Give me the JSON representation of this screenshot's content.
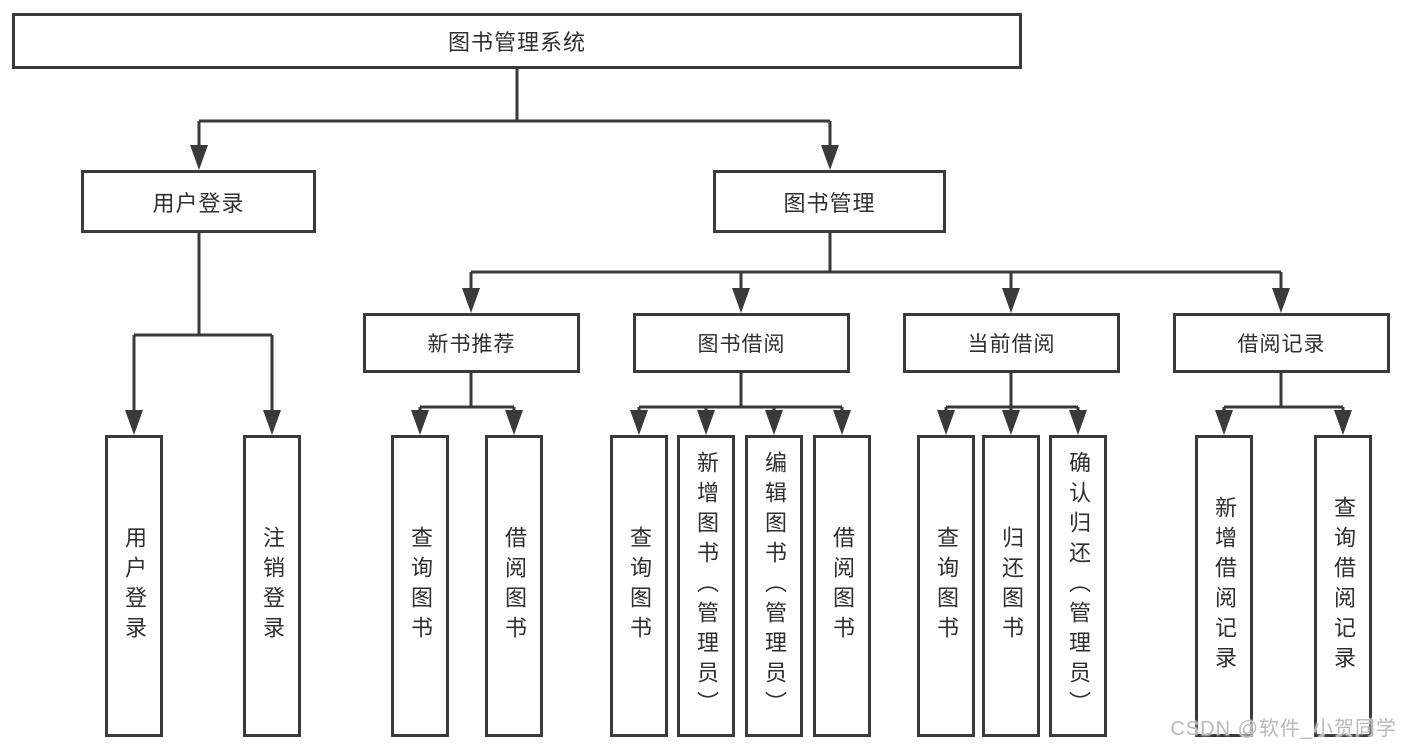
{
  "diagram": {
    "watermark": "CSDN @软件_小贺同学",
    "colors": {
      "line": "#3a3a3a",
      "text": "#2f2f2f",
      "background": "#ffffff",
      "watermark": "#b9b9b9"
    },
    "tree": {
      "root": "图书管理系统",
      "children": [
        {
          "label": "用户登录",
          "leaves": [
            "用户登录",
            "注销登录"
          ]
        },
        {
          "label": "图书管理",
          "children": [
            {
              "label": "新书推荐",
              "leaves": [
                "查询图书",
                "借阅图书"
              ]
            },
            {
              "label": "图书借阅",
              "leaves": [
                "查询图书",
                "新增图书（管理员）",
                "编辑图书（管理员）",
                "借阅图书"
              ]
            },
            {
              "label": "当前借阅",
              "leaves": [
                "查询图书",
                "归还图书",
                "确认归还（管理员）"
              ]
            },
            {
              "label": "借阅记录",
              "leaves": [
                "新增借阅记录",
                "查询借阅记录"
              ]
            }
          ]
        }
      ]
    }
  }
}
